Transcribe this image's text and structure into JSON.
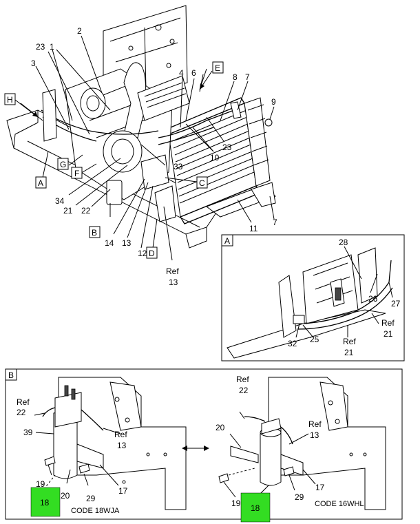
{
  "main_view": {
    "callouts": [
      {
        "id": "c2",
        "text": "2"
      },
      {
        "id": "c23a",
        "text": "23"
      },
      {
        "id": "c1",
        "text": "1"
      },
      {
        "id": "c3",
        "text": "3"
      },
      {
        "id": "c4",
        "text": "4"
      },
      {
        "id": "c6",
        "text": "6"
      },
      {
        "id": "c8",
        "text": "8"
      },
      {
        "id": "c7a",
        "text": "7"
      },
      {
        "id": "c9",
        "text": "9"
      },
      {
        "id": "c10",
        "text": "10"
      },
      {
        "id": "c23b",
        "text": "23"
      },
      {
        "id": "c33",
        "text": "33"
      },
      {
        "id": "c34",
        "text": "34"
      },
      {
        "id": "c21",
        "text": "21"
      },
      {
        "id": "c22",
        "text": "22"
      },
      {
        "id": "c14",
        "text": "14"
      },
      {
        "id": "c13",
        "text": "13"
      },
      {
        "id": "c12",
        "text": "12"
      },
      {
        "id": "c11",
        "text": "11"
      },
      {
        "id": "c7b",
        "text": "7"
      },
      {
        "id": "cref",
        "text": "Ref"
      },
      {
        "id": "cref13",
        "text": "13"
      }
    ],
    "boxed": [
      {
        "id": "H",
        "text": "H"
      },
      {
        "id": "E",
        "text": "E"
      },
      {
        "id": "G",
        "text": "G"
      },
      {
        "id": "F",
        "text": "F"
      },
      {
        "id": "A",
        "text": "A"
      },
      {
        "id": "B",
        "text": "B"
      },
      {
        "id": "C",
        "text": "C"
      },
      {
        "id": "D",
        "text": "D"
      }
    ]
  },
  "detail_a": {
    "label": "A",
    "callouts": [
      {
        "id": "a28",
        "text": "28"
      },
      {
        "id": "a26",
        "text": "26"
      },
      {
        "id": "a27",
        "text": "27"
      },
      {
        "id": "aref1",
        "text": "Ref"
      },
      {
        "id": "a21a",
        "text": "21"
      },
      {
        "id": "a32",
        "text": "32"
      },
      {
        "id": "a25",
        "text": "25"
      },
      {
        "id": "aref2",
        "text": "Ref"
      },
      {
        "id": "a21b",
        "text": "21"
      }
    ]
  },
  "detail_b": {
    "label": "B",
    "left": {
      "code": "CODE 18WJA",
      "callouts": [
        {
          "id": "bref22",
          "text": "Ref"
        },
        {
          "id": "b22",
          "text": "22"
        },
        {
          "id": "b39",
          "text": "39"
        },
        {
          "id": "bref13",
          "text": "Ref"
        },
        {
          "id": "b13",
          "text": "13"
        },
        {
          "id": "b19",
          "text": "19"
        },
        {
          "id": "b20",
          "text": "20"
        },
        {
          "id": "b29",
          "text": "29"
        },
        {
          "id": "b17",
          "text": "17"
        },
        {
          "id": "b18",
          "text": "18"
        }
      ]
    },
    "right": {
      "code": "CODE 16WHL",
      "callouts": [
        {
          "id": "rref22",
          "text": "Ref"
        },
        {
          "id": "r22",
          "text": "22"
        },
        {
          "id": "r20",
          "text": "20"
        },
        {
          "id": "rref13",
          "text": "Ref"
        },
        {
          "id": "r13",
          "text": "13"
        },
        {
          "id": "r19",
          "text": "19"
        },
        {
          "id": "r29",
          "text": "29"
        },
        {
          "id": "r17",
          "text": "17"
        },
        {
          "id": "r18",
          "text": "18"
        }
      ]
    }
  },
  "highlight_color": "#33dd22"
}
